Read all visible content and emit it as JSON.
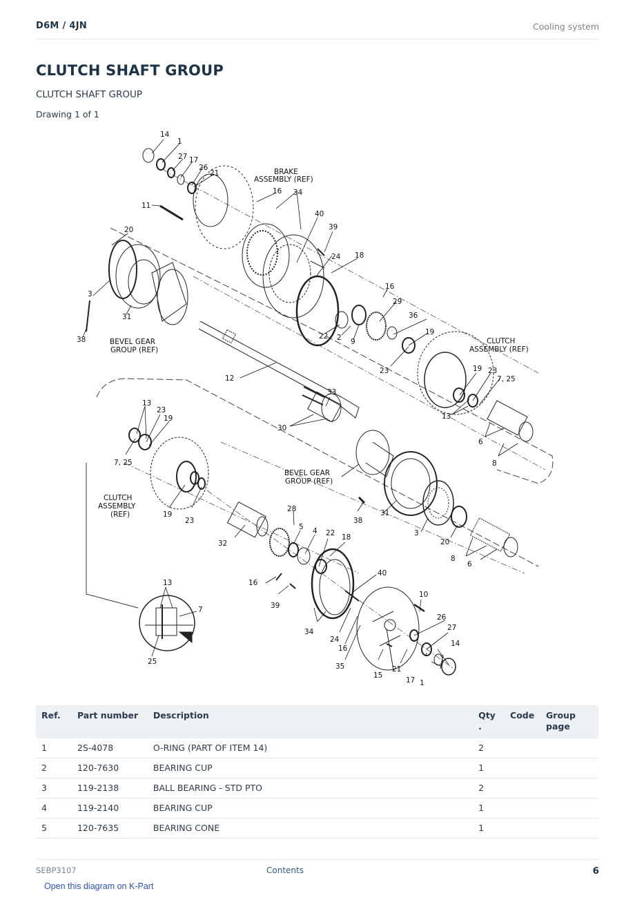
{
  "header": {
    "model": "D6M  /  4JN",
    "section": "Cooling system"
  },
  "page_title": "CLUTCH SHAFT GROUP",
  "subtitle": "CLUTCH SHAFT GROUP",
  "drawing_count": "Drawing 1 of 1",
  "diagram": {
    "labels": {
      "brake_l1": "BRAKE",
      "brake_l2": "ASSEMBLY (REF)",
      "bevel_top_l1": "BEVEL GEAR",
      "bevel_top_l2": "GROUP (REF)",
      "clutch_right_l1": "CLUTCH",
      "clutch_right_l2": "ASSEMBLY (REF)",
      "bevel_mid_l1": "BEVEL GEAR",
      "bevel_mid_l2": "GROUP (REF)",
      "clutch_left_l1": "CLUTCH",
      "clutch_left_l2": "ASSEMBLY",
      "clutch_left_l3": "(REF)"
    },
    "callouts": {
      "c14a": "14",
      "c1a": "1",
      "c27a": "27",
      "c17a": "17",
      "c26a": "26",
      "c21a": "21",
      "c16a": "16",
      "c34a": "34",
      "c11": "11",
      "c40a": "40",
      "c39a": "39",
      "c20a": "20",
      "c24a": "24",
      "c18a": "18",
      "c3a": "3",
      "c31a": "31",
      "c16b": "16",
      "c29": "29",
      "c38a": "38",
      "c22a": "22",
      "c2": "2",
      "c9": "9",
      "c36": "36",
      "c19a": "19",
      "c23a": "23",
      "c12": "12",
      "c19b": "19",
      "c23b": "23",
      "c725a": "7, 25",
      "c33": "33",
      "c13a": "13",
      "c13b": "13",
      "c23c": "23",
      "c19c": "19",
      "c30": "30",
      "c6a": "6",
      "c8a": "8",
      "c725b": "7, 25",
      "c19d": "19",
      "c23d": "23",
      "c28": "28",
      "c5": "5",
      "c4": "4",
      "c22b": "22",
      "c18b": "18",
      "c38b": "38",
      "c31b": "31",
      "c3b": "3",
      "c20b": "20",
      "c8b": "8",
      "c6b": "6",
      "c32": "32",
      "c40b": "40",
      "c16c": "16",
      "c39b": "39",
      "c10": "10",
      "c13c": "13",
      "c7": "7",
      "c26b": "26",
      "c27b": "27",
      "c34b": "34",
      "c24b": "24",
      "c16d": "16",
      "c14b": "14",
      "c25": "25",
      "c35": "35",
      "c21b": "21",
      "c15": "15",
      "c17b": "17",
      "c1b": "1"
    }
  },
  "table": {
    "headers": {
      "ref": "Ref.",
      "part_number": "Part number",
      "description": "Description",
      "qty": "Qty .",
      "code": "Code",
      "group_page": "Group page"
    },
    "rows": [
      {
        "ref": "1",
        "part_number": "2S-4078",
        "description": "O-RING (PART OF ITEM 14)",
        "qty": "2",
        "code": "",
        "group_page": ""
      },
      {
        "ref": "2",
        "part_number": "120-7630",
        "description": "BEARING CUP",
        "qty": "1",
        "code": "",
        "group_page": ""
      },
      {
        "ref": "3",
        "part_number": "119-2138",
        "description": "BALL BEARING - STD PTO",
        "qty": "2",
        "code": "",
        "group_page": ""
      },
      {
        "ref": "4",
        "part_number": "119-2140",
        "description": "BEARING CUP",
        "qty": "1",
        "code": "",
        "group_page": ""
      },
      {
        "ref": "5",
        "part_number": "120-7635",
        "description": "BEARING CONE",
        "qty": "1",
        "code": "",
        "group_page": ""
      }
    ]
  },
  "footer": {
    "doc_id": "SEBP3107",
    "contents_link": "Contents",
    "page_number": "6"
  },
  "kpart_link": "Open this diagram on K-Part"
}
